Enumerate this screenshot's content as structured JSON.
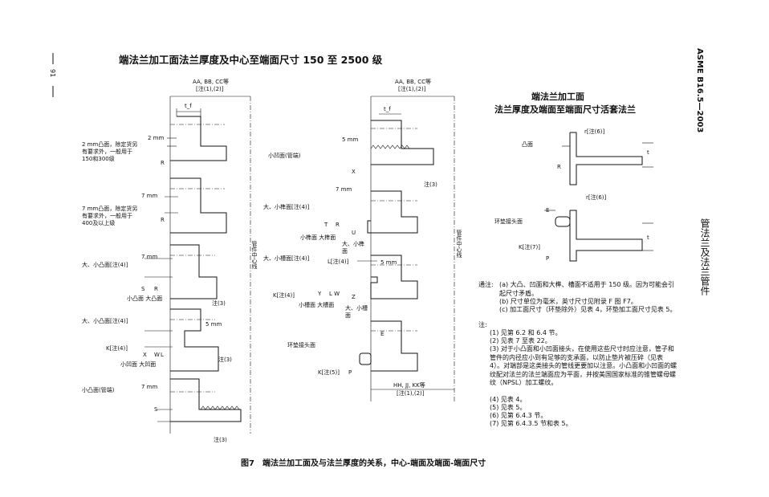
{
  "header": {
    "page_number": "91",
    "title": "端法兰加工面法兰厚度及中心至端面尺寸 150 至 2500 级",
    "standard": "ASME B16.5—2003",
    "right_title": "管法兰及法兰管件"
  },
  "figure_caption": "图7　端法兰加工面及与法兰厚度的关系，中心-端面及端面-端面尺寸",
  "left_diagram": {
    "top_label_1": "AA, BB, CC等",
    "top_label_2": "[注(1),(2)]",
    "t_f": "t_f",
    "centerline": "管件中心线",
    "raised_2mm": {
      "dim": "2 mm",
      "label": "2 mm凸面，除定货另有要求外，一般用于150和300级",
      "r": "R"
    },
    "raised_7mm": {
      "dim": "7 mm",
      "label": "7 mm凸面，除定货另有要求外，一般用于400及以上级",
      "r": "R"
    },
    "large_small_male": {
      "dim": "7 mm",
      "label": "大、小凸面[注(4)]",
      "s": "S",
      "r": "R",
      "sub": "小凸面 大凸面",
      "note": "注(3)"
    },
    "large_small_female": {
      "dim": "5 mm",
      "label": "大、小凸面[注(4)]",
      "k": "K[注(4)]",
      "x": "X",
      "w": "W",
      "l": "L",
      "sub": "小凹面 大凹面",
      "note": "注(3)"
    },
    "small_male_pipe": {
      "dim": "7 mm",
      "label": "小凸面(管端)",
      "s": "S",
      "note": "注(3)"
    }
  },
  "middle_diagram": {
    "top_label_1": "AA, BB, CC等",
    "top_label_2": "[注(1),(2)]",
    "t_f": "t_f",
    "centerline": "管件中心线",
    "small_female_pipe": {
      "dim": "5 mm",
      "label": "小凹面(管端)",
      "x": "X",
      "note": "注(3)"
    },
    "tongue": {
      "dim": "7 mm",
      "label": "大、小榫面[注(4)]",
      "t": "T",
      "r": "R",
      "u": "U",
      "sub1": "小榫面 大榫面",
      "sub2": "大、小榫面"
    },
    "groove": {
      "dim": "5 mm",
      "label": "大、小槽面[注(4)]",
      "l": "L[注(4)]",
      "k": "K[注(4)]",
      "y": "Y",
      "lw": "L  W",
      "z": "Z",
      "sub1": "小槽面 大槽面",
      "sub2": "大、小槽面"
    },
    "ring_joint": {
      "label": "环垫接头面",
      "e": "E",
      "k": "K[注(5)]",
      "p": "P"
    },
    "bottom_label_1": "HH, JJ, KK等",
    "bottom_label_2": "[注(1),(2)]"
  },
  "right_diagram": {
    "title_1": "端法兰加工面",
    "title_2": "法兰厚度及端面至端面尺寸活套法兰",
    "raised": {
      "label": "凸面",
      "r": "R",
      "t": "t",
      "note": "r[注(6)]"
    },
    "ring": {
      "label": "环垫接头面",
      "e": "E",
      "k": "K[注(7)]",
      "p": "P",
      "t": "t",
      "note": "r[注(6)]"
    }
  },
  "general_notes": {
    "heading": "通注:",
    "items": [
      "(a) 大凸、凹面和大榫、槽面不适用于 150 级。因为可能会引起尺寸矛盾。",
      "(b) 尺寸单位为毫米，英寸尺寸见附录 F 图 F7。",
      "(c) 加工面尺寸（环垫除外）见表 4，环垫加工面尺寸见表 5。"
    ]
  },
  "notes": {
    "heading": "注:",
    "items": [
      "(1) 见第 6.2 和 6.4 节。",
      "(2) 见表 7 至表 22。",
      "(3) 对于小凸面和小凹面接头，在使用这些尺寸时应注意，管子和管件的内径应小到有足够的支承面，以防止垫片被压碎（见表 4）。对端部是这类接头的管线更要加以注意。小凸面和小凹面的螺纹配对法兰的法兰端面应为平面，并按美国国家标准的锥管螺母螺纹（NPSL）加工螺纹。",
      "(4) 见表 4。",
      "(5) 见表 5。",
      "(6) 见第 6.4.3 节。",
      "(7) 见第 6.4.3.5 节和表 5。"
    ]
  }
}
